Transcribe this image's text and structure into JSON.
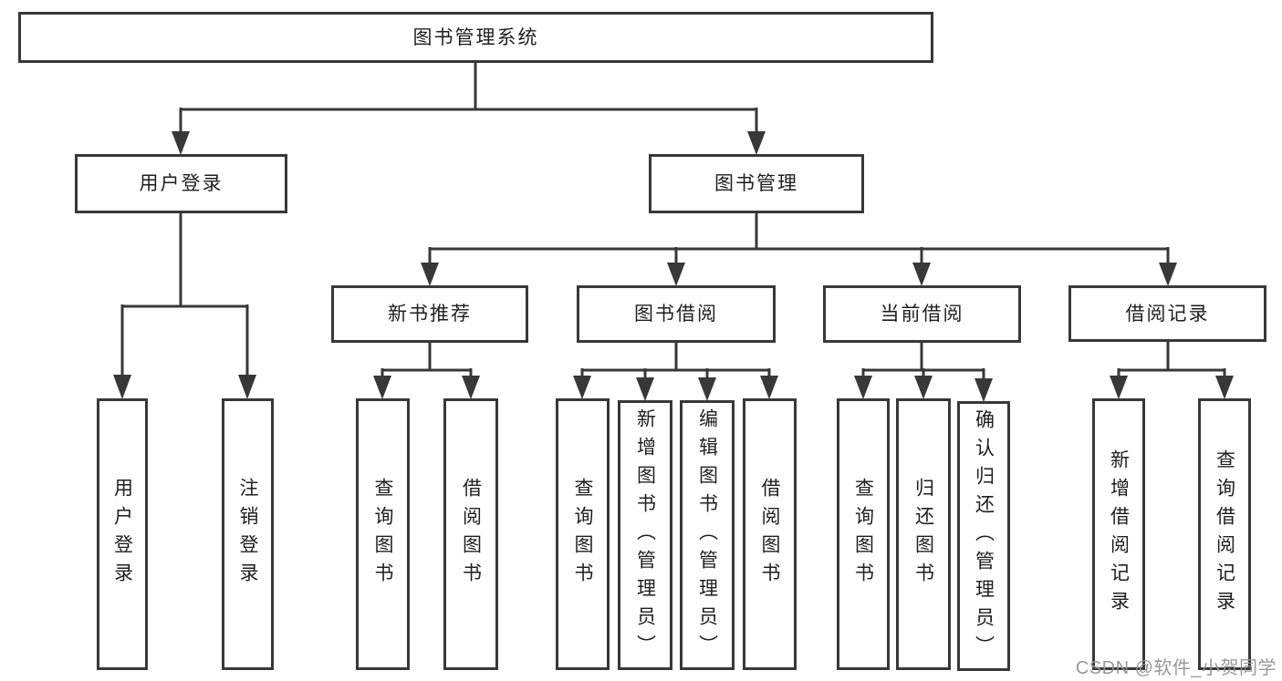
{
  "diagram_type": "hierarchy",
  "tree": {
    "root": {
      "label": "图书管理系统"
    },
    "user_login": {
      "label": "用户登录",
      "children": [
        {
          "label": "用户登录"
        },
        {
          "label": "注销登录"
        }
      ]
    },
    "book_management": {
      "label": "图书管理",
      "children": [
        {
          "label": "新书推荐",
          "children": [
            {
              "label": "查询图书"
            },
            {
              "label": "借阅图书"
            }
          ]
        },
        {
          "label": "图书借阅",
          "children": [
            {
              "label": "查询图书"
            },
            {
              "label": "新增图书（管理员）"
            },
            {
              "label": "编辑图书（管理员）"
            },
            {
              "label": "借阅图书"
            }
          ]
        },
        {
          "label": "当前借阅",
          "children": [
            {
              "label": "查询图书"
            },
            {
              "label": "归还图书"
            },
            {
              "label": "确认归还（管理员）"
            }
          ]
        },
        {
          "label": "借阅记录",
          "children": [
            {
              "label": "新增借阅记录"
            },
            {
              "label": "查询借阅记录"
            }
          ]
        }
      ]
    }
  },
  "watermark": {
    "text": "CSDN @软件_小贺同学"
  },
  "colors": {
    "line": "#383838",
    "text": "#1f1f1f",
    "box_background": "#ffffff",
    "watermark": "#949494"
  }
}
